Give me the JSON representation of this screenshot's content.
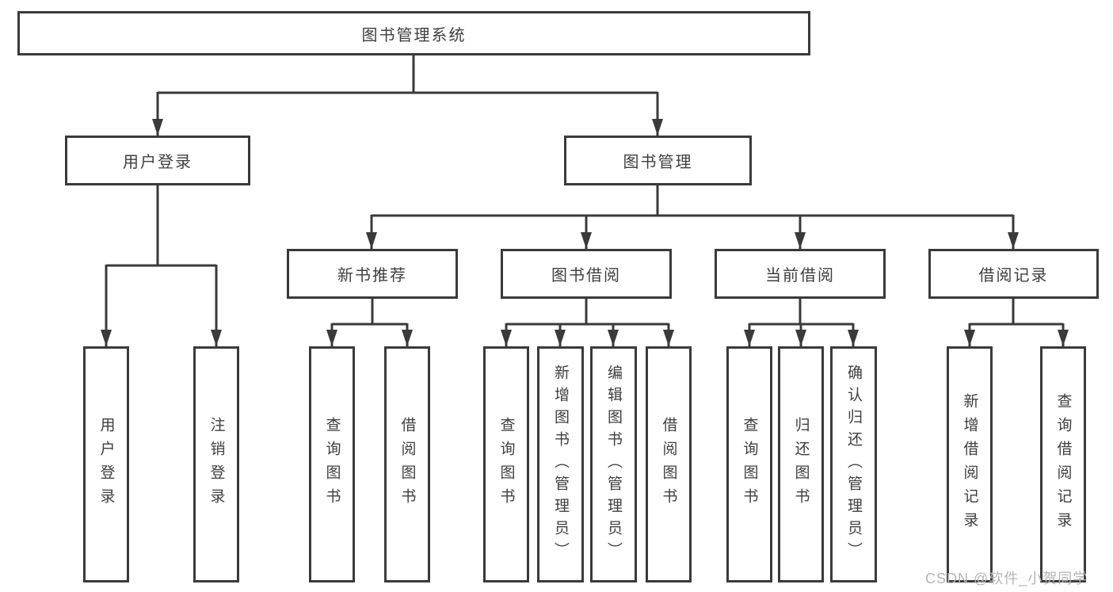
{
  "root": {
    "label": "图书管理系统"
  },
  "branches": [
    {
      "label": "用户登录",
      "leaves": [
        {
          "label": "用户登录"
        },
        {
          "label": "注销登录"
        }
      ]
    },
    {
      "label": "图书管理",
      "children": [
        {
          "label": "新书推荐",
          "leaves": [
            {
              "label": "查询图书"
            },
            {
              "label": "借阅图书"
            }
          ]
        },
        {
          "label": "图书借阅",
          "leaves": [
            {
              "label": "查询图书"
            },
            {
              "label": "新增图书（管理员）"
            },
            {
              "label": "编辑图书（管理员）"
            },
            {
              "label": "借阅图书"
            }
          ]
        },
        {
          "label": "当前借阅",
          "leaves": [
            {
              "label": "查询图书"
            },
            {
              "label": "归还图书"
            },
            {
              "label": "确认归还（管理员）"
            }
          ]
        },
        {
          "label": "借阅记录",
          "leaves": [
            {
              "label": "新增借阅记录"
            },
            {
              "label": "查询借阅记录"
            }
          ]
        }
      ]
    }
  ],
  "watermark": {
    "text": "CSDN @软件_小贺同学"
  },
  "colors": {
    "line": "#3a3a3a",
    "text": "#3e3e3e",
    "box_background": "#ffffff",
    "watermark": "#b5b3b3"
  }
}
